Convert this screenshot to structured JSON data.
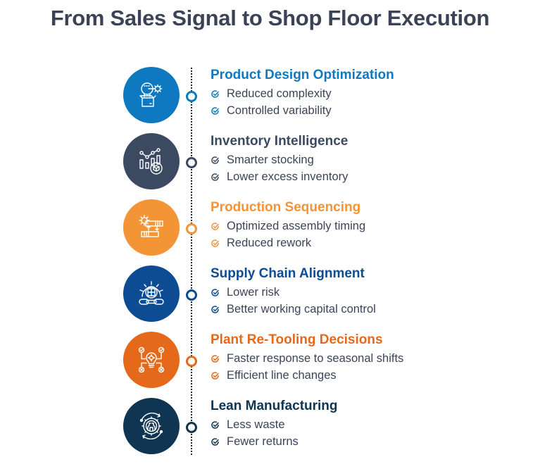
{
  "title": "From Sales Signal to Shop Floor Execution",
  "colors": {
    "title_text": "#3b4457",
    "body_text": "#3b4457",
    "timeline": "#1f2735"
  },
  "stages": [
    {
      "title": "Product Design Optimization",
      "color": "#0e79c1",
      "icon": "lightbulb-box-gear-icon",
      "bullets": [
        "Reduced complexity",
        "Controlled variability"
      ]
    },
    {
      "title": "Inventory Intelligence",
      "color": "#3c4a61",
      "icon": "chart-package-icon",
      "bullets": [
        "Smarter stocking",
        "Lower excess inventory"
      ]
    },
    {
      "title": "Production Sequencing",
      "color": "#f39436",
      "icon": "gear-sequence-icon",
      "bullets": [
        "Optimized assembly timing",
        "Reduced rework"
      ]
    },
    {
      "title": "Supply Chain Alignment",
      "color": "#0d4b93",
      "icon": "gear-chain-icon",
      "bullets": [
        "Lower risk",
        "Better working capital control"
      ]
    },
    {
      "title": "Plant Re-Tooling Decisions",
      "color": "#e4691b",
      "icon": "lightbulb-decisions-icon",
      "bullets": [
        "Faster response to seasonal shifts",
        "Efficient line changes"
      ]
    },
    {
      "title": "Lean Manufacturing",
      "color": "#0f3553",
      "icon": "lean-cycle-gear-icon",
      "bullets": [
        "Less waste",
        "Fewer returns"
      ]
    }
  ]
}
